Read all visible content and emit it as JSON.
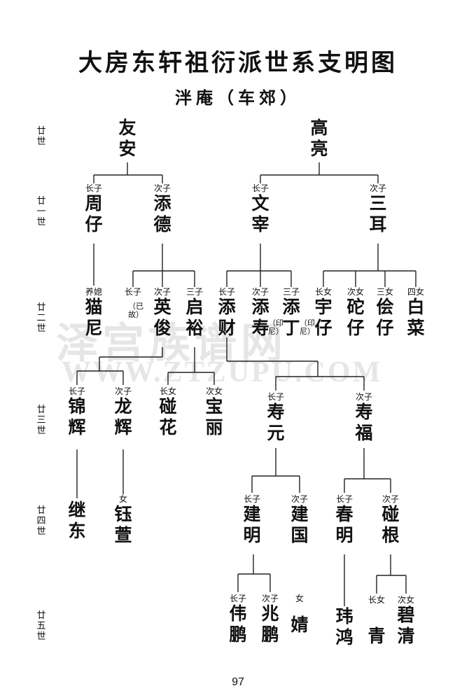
{
  "title": "大房东轩祖衍派世系支明图",
  "subtitle": "泮庵（车郊）",
  "page_number": "97",
  "watermark": {
    "text1": "泽宫族谱网",
    "text2": "WWW.ZTZUPU.COM"
  },
  "generations": [
    "廿世",
    "廿一世",
    "廿二世",
    "廿三世",
    "廿四世",
    "廿五世"
  ],
  "people": {
    "youan": {
      "rel": "",
      "name": "友安"
    },
    "gaoliang": {
      "rel": "",
      "name": "高亮"
    },
    "zhouzi": {
      "rel": "长子",
      "name": "周仔"
    },
    "tiande": {
      "rel": "次子",
      "name": "添德"
    },
    "wenzai": {
      "rel": "长子",
      "name": "文宰"
    },
    "saner": {
      "rel": "次子",
      "name": "三耳"
    },
    "maoni": {
      "rel": "养媳",
      "name": "猫尼"
    },
    "d_eldest": {
      "rel": "长子",
      "name": ""
    },
    "yingjun": {
      "rel": "次子",
      "name": "英俊"
    },
    "qiyu": {
      "rel": "三子",
      "name": "启裕"
    },
    "tiancai": {
      "rel": "长子",
      "name": "添财"
    },
    "tianshou": {
      "rel": "次子",
      "name": "添寿"
    },
    "tianding": {
      "rel": "三子",
      "name": "添丁"
    },
    "yuzai": {
      "rel": "长女",
      "name": "宇仔"
    },
    "zhizai": {
      "rel": "次女",
      "name": "砣仔"
    },
    "kuaizai": {
      "rel": "三女",
      "name": "侩仔"
    },
    "baicai": {
      "rel": "四女",
      "name": "白菜"
    },
    "jinhui": {
      "rel": "长子",
      "name": "锦辉"
    },
    "longhui": {
      "rel": "次子",
      "name": "龙辉"
    },
    "pihua": {
      "rel": "长女",
      "name": "碰花"
    },
    "baoli": {
      "rel": "次女",
      "name": "宝丽"
    },
    "shouyuan": {
      "rel": "长子",
      "name": "寿元"
    },
    "shoufu": {
      "rel": "次子",
      "name": "寿福"
    },
    "jidong": {
      "rel": "",
      "name": "继东"
    },
    "yuying": {
      "rel": "女",
      "name": "钰萱"
    },
    "jianming": {
      "rel": "长子",
      "name": "建明"
    },
    "jianguo": {
      "rel": "次子",
      "name": "建国"
    },
    "chunming": {
      "rel": "长子",
      "name": "春明"
    },
    "pigen": {
      "rel": "次子",
      "name": "碰根"
    },
    "weipeng": {
      "rel": "长子",
      "name": "伟鹏"
    },
    "zhaopeng": {
      "rel": "次子",
      "name": "兆鹏"
    },
    "jing": {
      "rel": "女",
      "name": "婧"
    },
    "weihong": {
      "rel": "",
      "name": "玮鸿"
    },
    "qing": {
      "rel": "长女",
      "name": "青"
    },
    "biqing": {
      "rel": "次女",
      "name": "碧清"
    }
  },
  "notes": {
    "yigu": "（已故）",
    "yinni1": "（印尼）",
    "yinni2": "（印尼）"
  }
}
